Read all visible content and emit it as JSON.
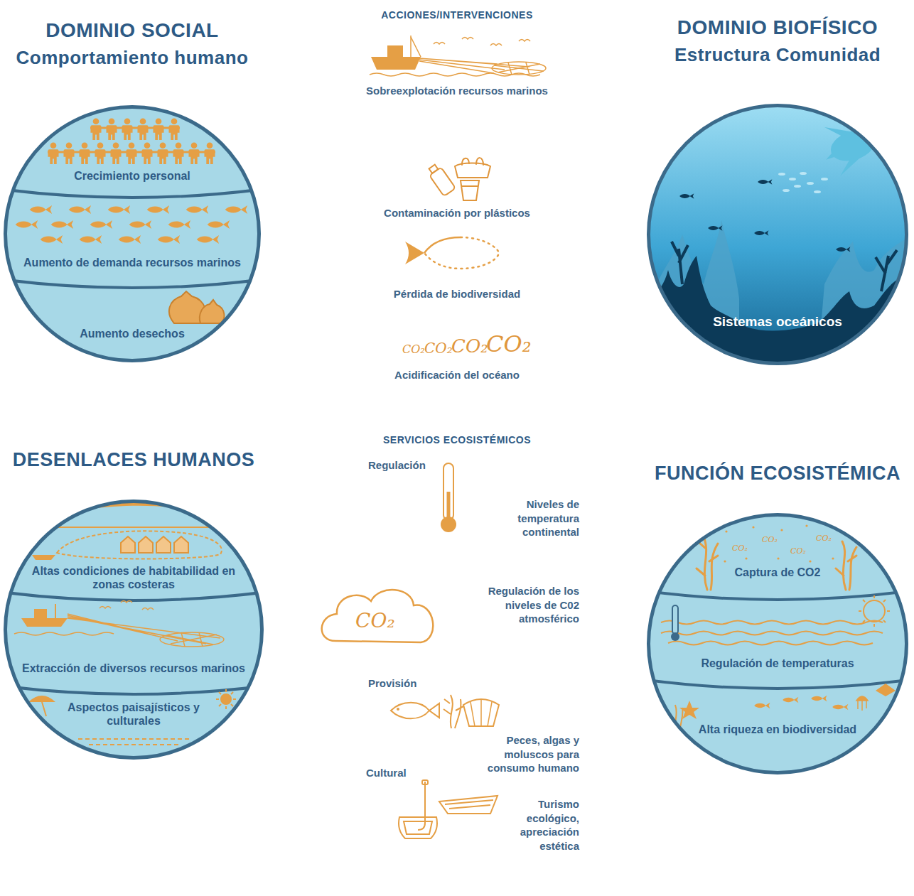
{
  "diagram": {
    "nodes": [
      {
        "text": [
          "DOMINIO SOCIAL",
          "Comportamiento humano"
        ]
      },
      {
        "text": [
          "Crecimiento personal"
        ],
        "in": 0
      },
      {
        "text": [
          "Aumento de demanda recursos marinos"
        ],
        "in": 0
      },
      {
        "text": [
          "Aumento desechos"
        ],
        "in": 0
      },
      {
        "text": [
          "DOMINIO BIOFÍSICO",
          "Estructura Comunidad",
          "Sistemas oceánicos"
        ]
      },
      {
        "text": [
          "DESENLACES HUMANOS"
        ]
      },
      {
        "text": [
          "Altas condiciones de habitabilidad en zonas costeras"
        ],
        "in": 5
      },
      {
        "text": [
          "Extracción de diversos recursos marinos"
        ],
        "in": 5
      },
      {
        "text": [
          "Aspectos paisajísticos y culturales"
        ],
        "in": 5
      },
      {
        "text": [
          "FUNCIÓN ECOSISTÉMICA"
        ]
      },
      {
        "text": [
          "Captura de CO2"
        ],
        "in": 9
      },
      {
        "text": [
          "Regulación de temperaturas"
        ],
        "in": 9
      },
      {
        "text": [
          "Alta riqueza en biodiversidad"
        ],
        "in": 9
      }
    ],
    "labels": [
      "ACCIONES/INTERVENCIONES",
      "Sobreexplotación recursos marinos",
      "Contaminación por plásticos",
      "Pérdida de biodiversidad",
      "CO₂",
      "CO₂",
      "CO₂",
      "CO₂",
      "Acidificación del océano",
      "SERVICIOS ECOSISTÉMICOS",
      "Regulación",
      "Niveles de temperatura continental",
      "CO₂",
      "Regulación de los niveles de C02 atmosférico",
      "Provisión",
      "Peces, algas y moluscos para consumo humano",
      "Cultural",
      "Turismo ecológico, apreciación estética",
      "CO₂",
      "CO₂",
      "CO₂",
      "CO₂"
    ]
  }
}
